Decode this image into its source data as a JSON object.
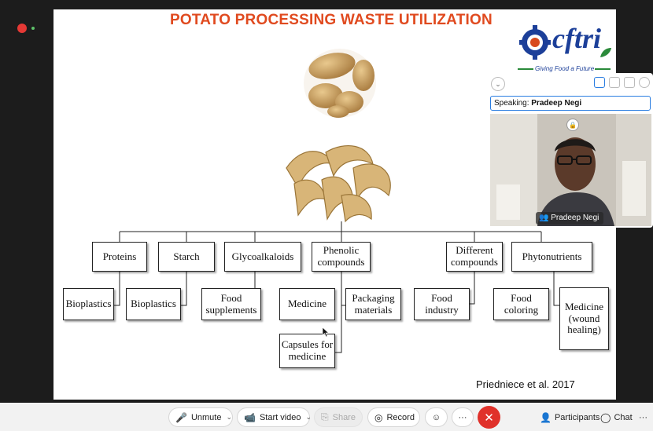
{
  "slide": {
    "title": "POTATO PROCESSING WASTE UTILIZATION",
    "citation": "Priedniece et al. 2017",
    "logo_text": "cftri",
    "logo_tagline": "Giving Food a Future",
    "tree": {
      "proteins": "Proteins",
      "starch": "Starch",
      "glycoalkaloids": "Glycoalkaloids",
      "phenolic": [
        "Phenolic",
        "compounds"
      ],
      "different": [
        "Different",
        "compounds"
      ],
      "phytonutrients": "Phytonutrients",
      "bioplastics_1": "Bioplastics",
      "bioplastics_2": "Bioplastics",
      "food_supplements": [
        "Food",
        "supplements"
      ],
      "medicine": "Medicine",
      "packaging": [
        "Packaging",
        "materials"
      ],
      "capsules": [
        "Capsules for",
        "medicine"
      ],
      "food_industry": [
        "Food",
        "industry"
      ],
      "food_coloring": [
        "Food",
        "coloring"
      ],
      "medicine_wound": [
        "Medicine",
        "(wound",
        "healing)"
      ]
    }
  },
  "video_panel": {
    "speaking_label": "Speaking:",
    "speaker_name": "Pradeep Negi",
    "participant_name": "Pradeep Negi"
  },
  "toolbar": {
    "unmute": "Unmute",
    "start_video": "Start video",
    "share": "Share",
    "record": "Record",
    "more": "···",
    "participants": "Participants",
    "chat": "Chat",
    "overflow": "···"
  },
  "colors": {
    "title": "#e04a1f",
    "end_call": "#e0312a",
    "accent": "#2a7de1",
    "logo_blue": "#1c3f99"
  }
}
